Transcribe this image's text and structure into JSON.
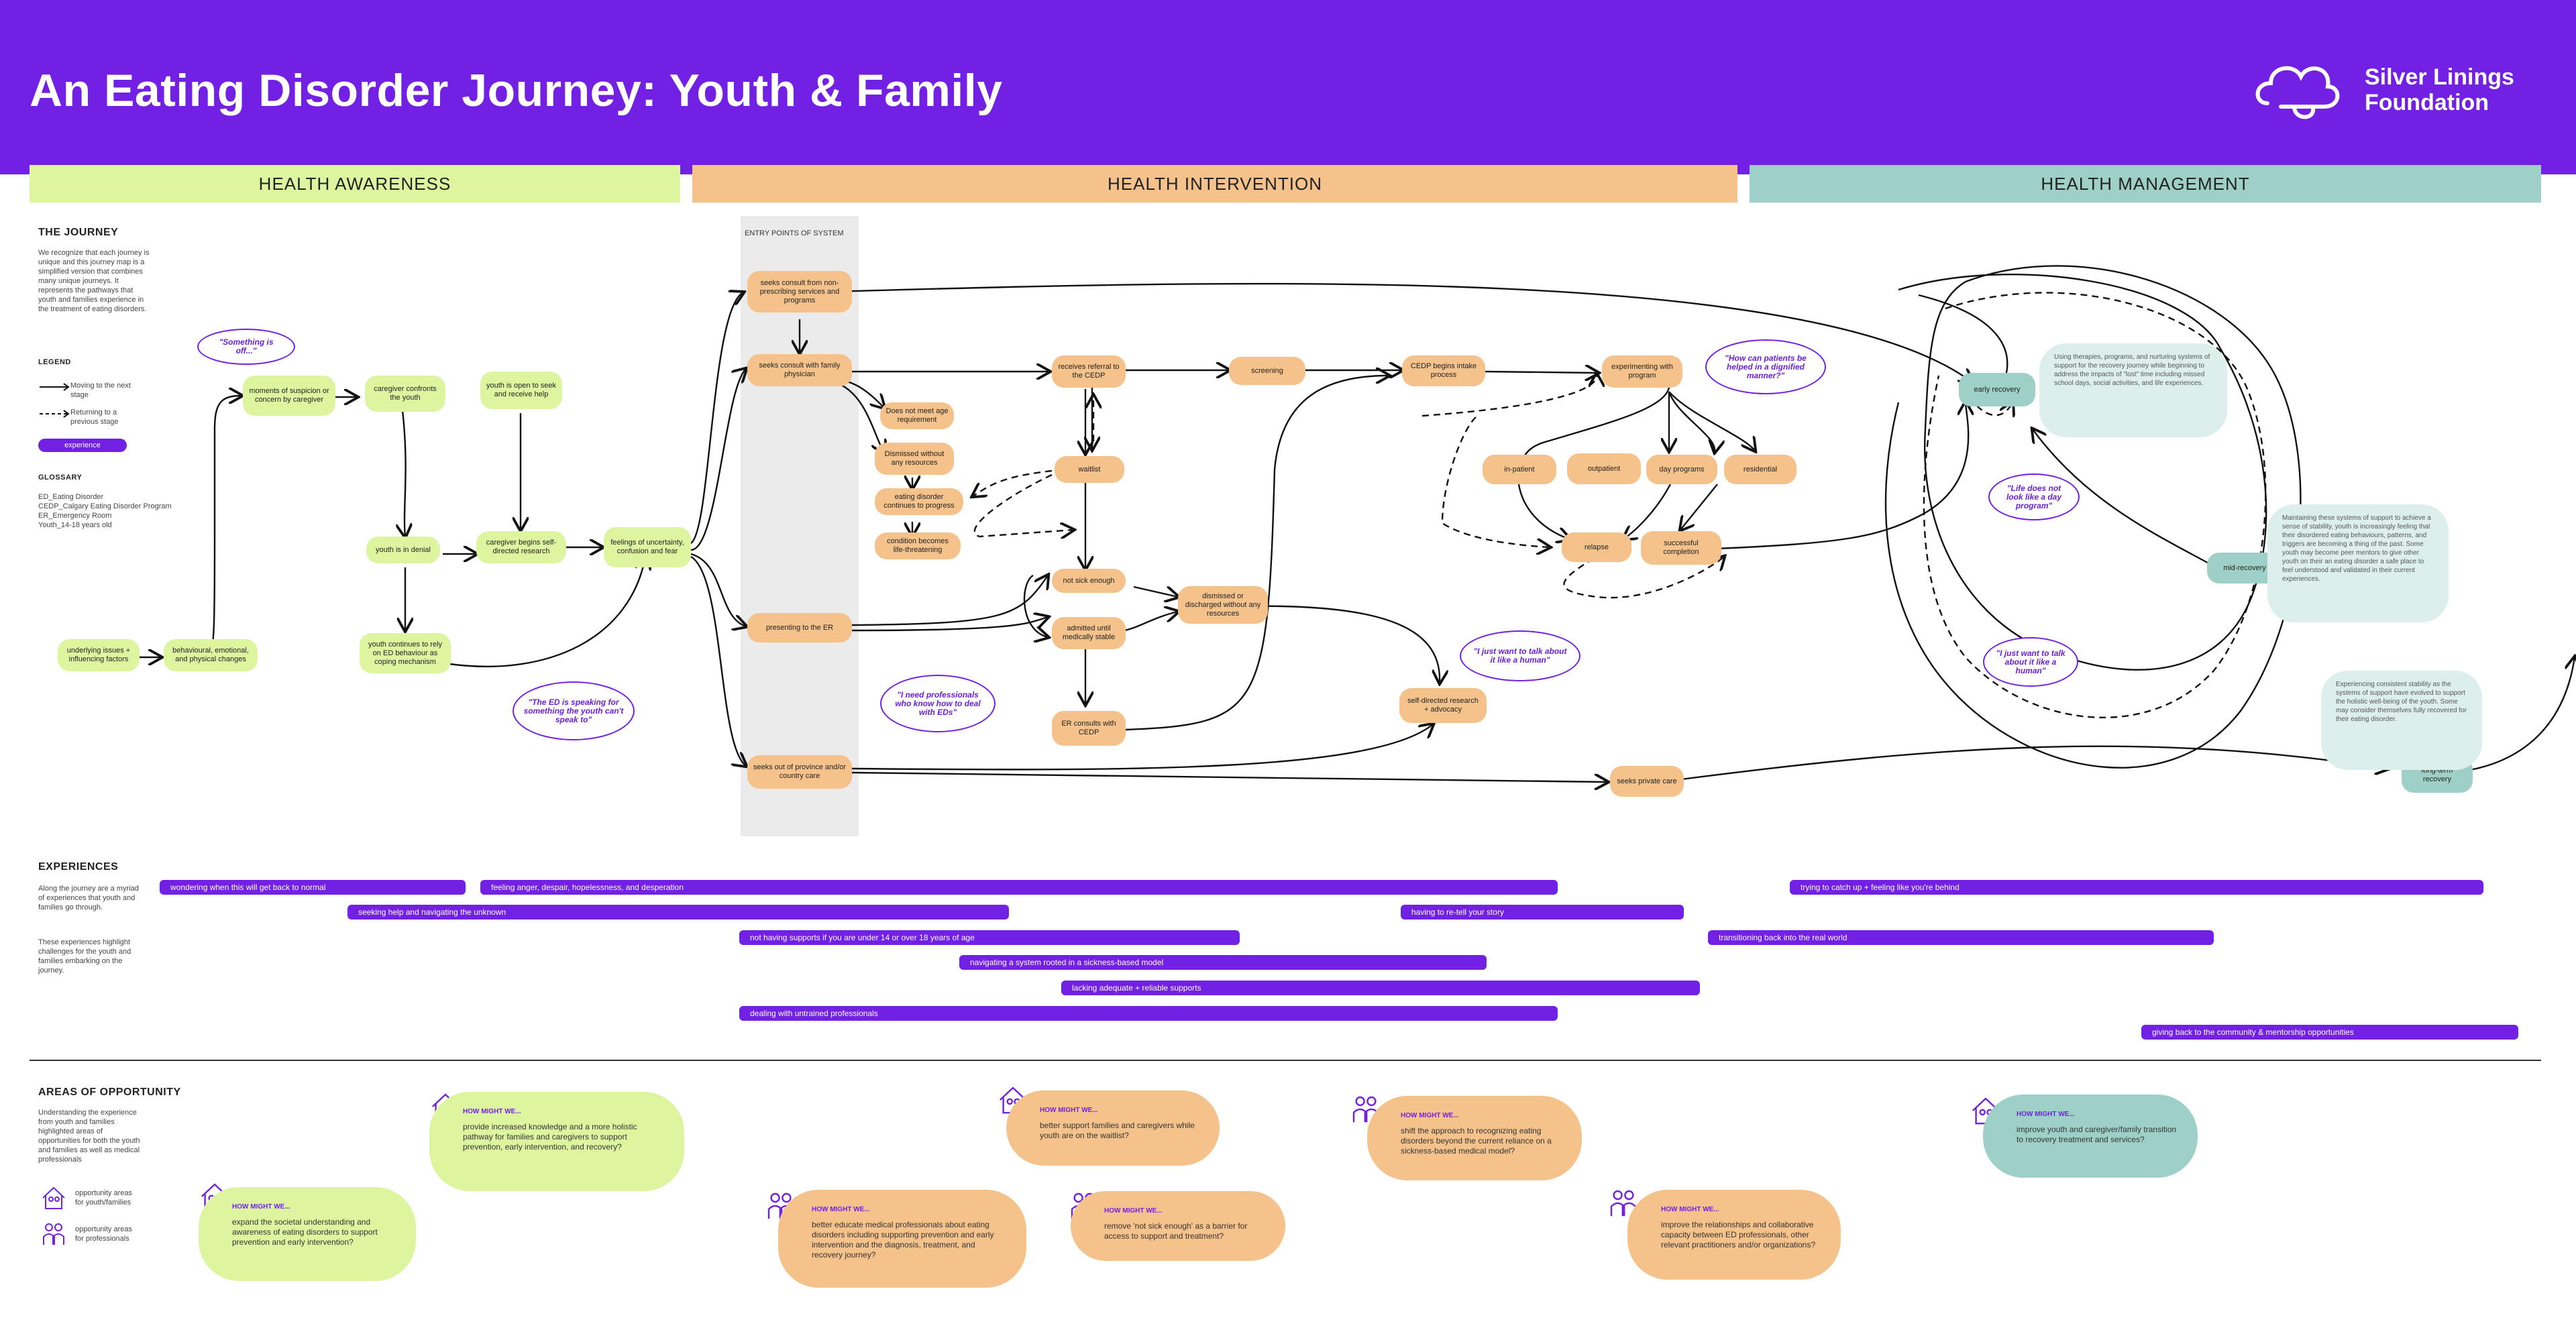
{
  "header": {
    "title": "An Eating Disorder Journey: Youth & Family",
    "logo_line1": "Silver Linings",
    "logo_line2": "Foundation"
  },
  "colors": {
    "purple": "#7220e3",
    "green": "#ddf59f",
    "orange": "#f4c28a",
    "teal": "#9ed0c8"
  },
  "phases": [
    "HEALTH AWARENESS",
    "HEALTH INTERVENTION",
    "HEALTH MANAGEMENT"
  ],
  "sidebar": {
    "journey_title": "THE JOURNEY",
    "journey_text": "We recognize that each journey is unique and this journey map is a simplified version that combines many unique journeys. It represents the pathways that youth and families experience in the treatment of eating disorders.",
    "legend_title": "LEGEND",
    "legend_next": "Moving to the next stage",
    "legend_prev": "Returning to a previous stage",
    "legend_pill": "experience",
    "glossary_title": "GLOSSARY",
    "glossary": [
      "ED_Eating Disorder",
      "CEDP_Calgary Eating Disorder Program",
      "ER_Emergency Room",
      "Youth_14-18 years old"
    ]
  },
  "entry_label": "ENTRY POINTS OF SYSTEM",
  "nodes": {
    "underlying": "underlying issues + influencing factors",
    "behavioural": "behavioural, emotional, and physical changes",
    "moments": "moments of suspicion or concern by caregiver",
    "confronts": "caregiver confronts the youth",
    "open": "youth is open to seek and receive help",
    "denial": "youth is in denial",
    "self_directed_research": "caregiver begins self-directed research",
    "coping": "youth continues to rely on ED behaviour as coping mechanism",
    "feelings": "feelings of uncertainty, confusion and fear",
    "non_prescribing": "seeks consult from non-prescribing services and programs",
    "family_physician": "seeks consult with family physician",
    "not_age": "Does not meet age requirement",
    "dismissed": "Dismissed without any resources",
    "continues": "eating disorder continues to progress",
    "threatening": "condition becomes life-threatening",
    "referral": "receives referral to the CEDP",
    "screening": "screening",
    "intake": "CEDP begins intake process",
    "experimenting": "experimenting with program",
    "waitlist": "waitlist",
    "presenting_er": "presenting to the ER",
    "not_sick": "not sick enough",
    "admitted": "admitted until medically stable",
    "dismissed_discharged": "dismissed or discharged without any resources",
    "er_consults": "ER consults with CEDP",
    "out_of_province": "seeks out of province and/or country care",
    "self_research_advocacy": "self-directed research + advocacy",
    "private_care": "seeks private care",
    "inpatient": "in-patient",
    "outpatient": "outpatient",
    "day_programs": "day programs",
    "residential": "residential",
    "relapse": "relapse",
    "successful": "successful completion",
    "early_recovery": "early recovery",
    "mid_recovery": "mid-recovery",
    "long_term": "long-term recovery"
  },
  "quotes": {
    "something_off": "\"Something is off...\"",
    "ed_speaking": "\"The ED is speaking for something the youth can't speak to\"",
    "professionals": "\"I need professionals who know how to deal with EDs\"",
    "dignified": "\"How can patients be helped in a dignified manner?\"",
    "human1": "\"I just want to talk about it like a human\"",
    "day_program": "\"Life does not look like a day program\"",
    "human2": "\"I just want to talk about it like a human\""
  },
  "notes": {
    "early": "Using therapies, programs, and nurturing systems of support for the recovery journey while beginning to address the impacts of \"lost\" time including missed school days, social activities, and life experiences.",
    "mid": "Maintaining these systems of support to achieve a sense of stability, youth is increasingly feeling that their disordered eating behaviours, patterns, and triggers are becoming a thing of the past. Some youth may become peer mentors to give other youth on their an eating disorder a safe place to feel understood and validated in their current experiences.",
    "long": "Experiencing consistent stability as the systems of support have evolved to support the holistic well-being of the youth. Some may consider themselves fully recovered for their eating disorder."
  },
  "experiences": {
    "title": "EXPERIENCES",
    "text1": "Along the journey are a myriad of experiences that youth and families go through.",
    "text2": "These experiences highlight challenges for the youth and families embarking on the journey.",
    "bars": [
      "wondering when this will get back to normal",
      "feeling anger, despair, hopelessness, and desperation",
      "trying to catch up + feeling like you're behind",
      "seeking help and navigating the unknown",
      "having to re-tell your story",
      "not having supports if you are under 14 or over 18 years of age",
      "transitioning back into the real world",
      "navigating a system rooted in a sickness-based model",
      "lacking adequate + reliable supports",
      "dealing with untrained professionals",
      "giving back to the community & mentorship opportunities"
    ]
  },
  "opportunities": {
    "title": "AREAS OF OPPORTUNITY",
    "text": "Understanding the experience from youth and families highlighted areas of opportunities for both the youth and families as well as medical professionals",
    "legend_youth": "opportunity areas for youth/families",
    "legend_pro": "opportunity areas for professionals",
    "hmw": "HOW MIGHT WE...",
    "items": [
      "provide increased knowledge and a more holistic pathway for families and caregivers to support prevention, early intervention, and recovery?",
      "expand the societal understanding and awareness of eating disorders to support prevention and early intervention?",
      "better educate medical professionals about eating disorders including supporting prevention and early intervention and the diagnosis, treatment, and recovery journey?",
      "better support families and caregivers while youth are on the waitlist?",
      "remove 'not sick enough' as a barrier for access to support and treatment?",
      "shift the approach to recognizing eating disorders beyond the current reliance on a sickness-based medical model?",
      "improve the relationships and collaborative capacity between ED professionals, other relevant practitioners and/or organizations?",
      "improve youth and caregiver/family transition to recovery treatment and services?"
    ]
  }
}
